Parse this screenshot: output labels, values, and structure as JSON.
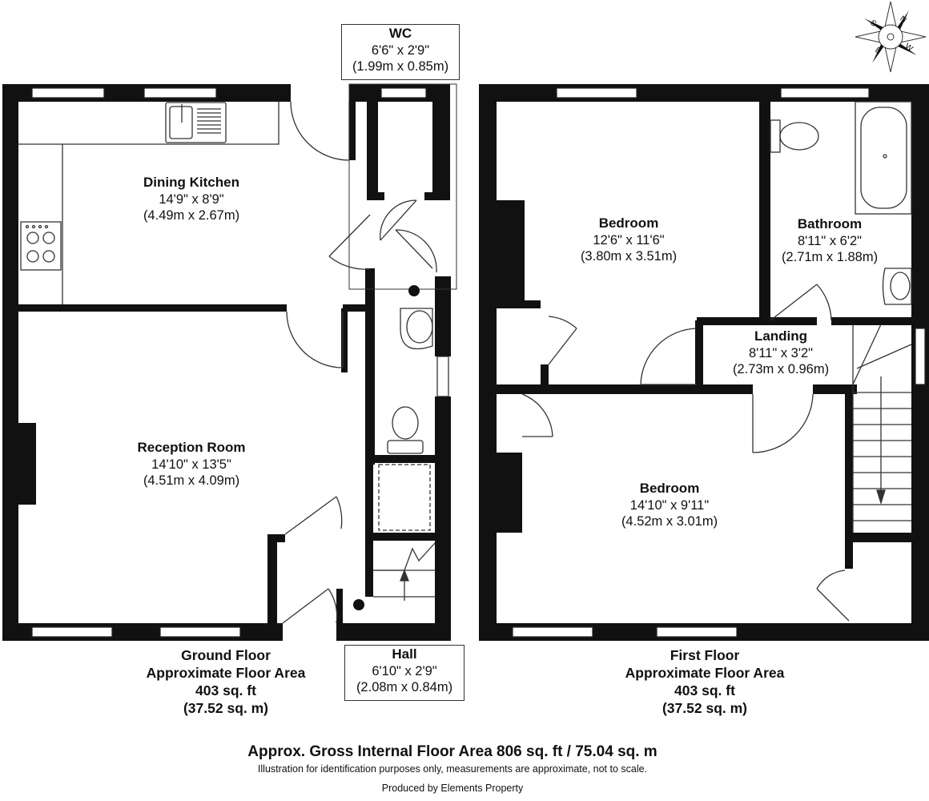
{
  "rooms": {
    "wc": {
      "name": "WC",
      "imperial": "6'6\" x 2'9\"",
      "metric": "(1.99m x 0.85m)"
    },
    "dining_kitchen": {
      "name": "Dining Kitchen",
      "imperial": "14'9\" x 8'9\"",
      "metric": "(4.49m x 2.67m)"
    },
    "reception_room": {
      "name": "Reception Room",
      "imperial": "14'10\" x 13'5\"",
      "metric": "(4.51m x 4.09m)"
    },
    "hall": {
      "name": "Hall",
      "imperial": "6'10\" x 2'9\"",
      "metric": "(2.08m x 0.84m)"
    },
    "bedroom_1": {
      "name": "Bedroom",
      "imperial": "12'6\" x 11'6\"",
      "metric": "(3.80m x 3.51m)"
    },
    "bathroom": {
      "name": "Bathroom",
      "imperial": "8'11\" x 6'2\"",
      "metric": "(2.71m x 1.88m)"
    },
    "landing": {
      "name": "Landing",
      "imperial": "8'11\" x 3'2\"",
      "metric": "(2.73m x 0.96m)"
    },
    "bedroom_2": {
      "name": "Bedroom",
      "imperial": "14'10\" x 9'11\"",
      "metric": "(4.52m x 3.01m)"
    }
  },
  "floors": {
    "ground": {
      "line1": "Ground Floor",
      "line2": "Approximate Floor Area",
      "sqft": "403 sq. ft",
      "sqm": "(37.52 sq. m)"
    },
    "first": {
      "line1": "First Floor",
      "line2": "Approximate Floor Area",
      "sqft": "403 sq. ft",
      "sqm": "(37.52 sq. m)"
    }
  },
  "footer": {
    "gross": "Approx. Gross Internal Floor Area 806 sq. ft / 75.04 sq. m",
    "disclaimer": "Illustration for identification purposes only, measurements are approximate, not to scale.",
    "producer": "Produced by Elements Property"
  },
  "compass": {
    "letters": [
      "N",
      "E",
      "S",
      "W"
    ],
    "icon": "compass-rose-icon"
  },
  "colors": {
    "wall": "#111111",
    "line": "#222222",
    "window": "#ffffff"
  }
}
